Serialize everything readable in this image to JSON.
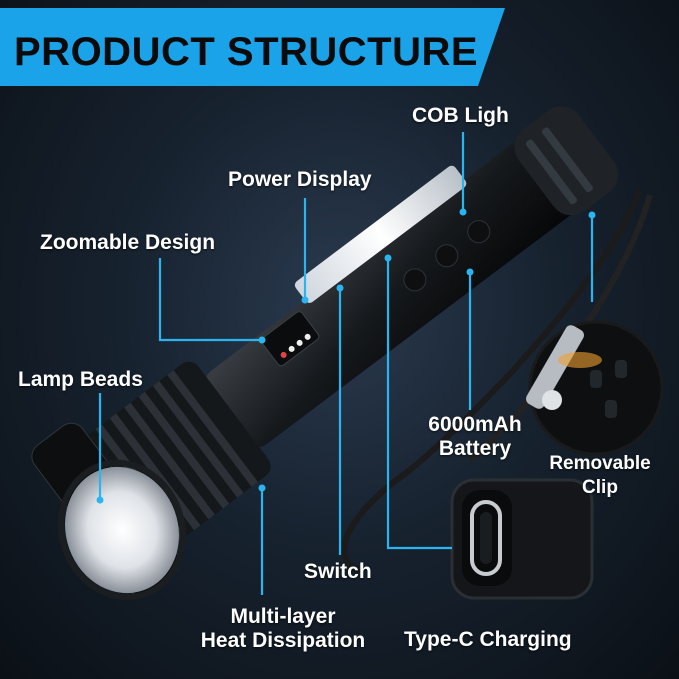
{
  "banner": {
    "title": "PRODUCT STRUCTURE",
    "accent_color": "#1aa3e8"
  },
  "callouts": {
    "cob_light": "COB Ligh",
    "power_display": "Power Display",
    "zoomable_design": "Zoomable Design",
    "lamp_beads": "Lamp Beads",
    "battery_line1": "6000mAh",
    "battery_line2": "Battery",
    "removable_clip_line1": "Removable",
    "removable_clip_line2": "Clip",
    "switch": "Switch",
    "heat_line1": "Multi-layer",
    "heat_line2": "Heat Dissipation",
    "type_c": "Type-C Charging"
  },
  "colors": {
    "leader_line": "#2bb5f0",
    "text": "#ffffff",
    "background": "#111a24"
  }
}
